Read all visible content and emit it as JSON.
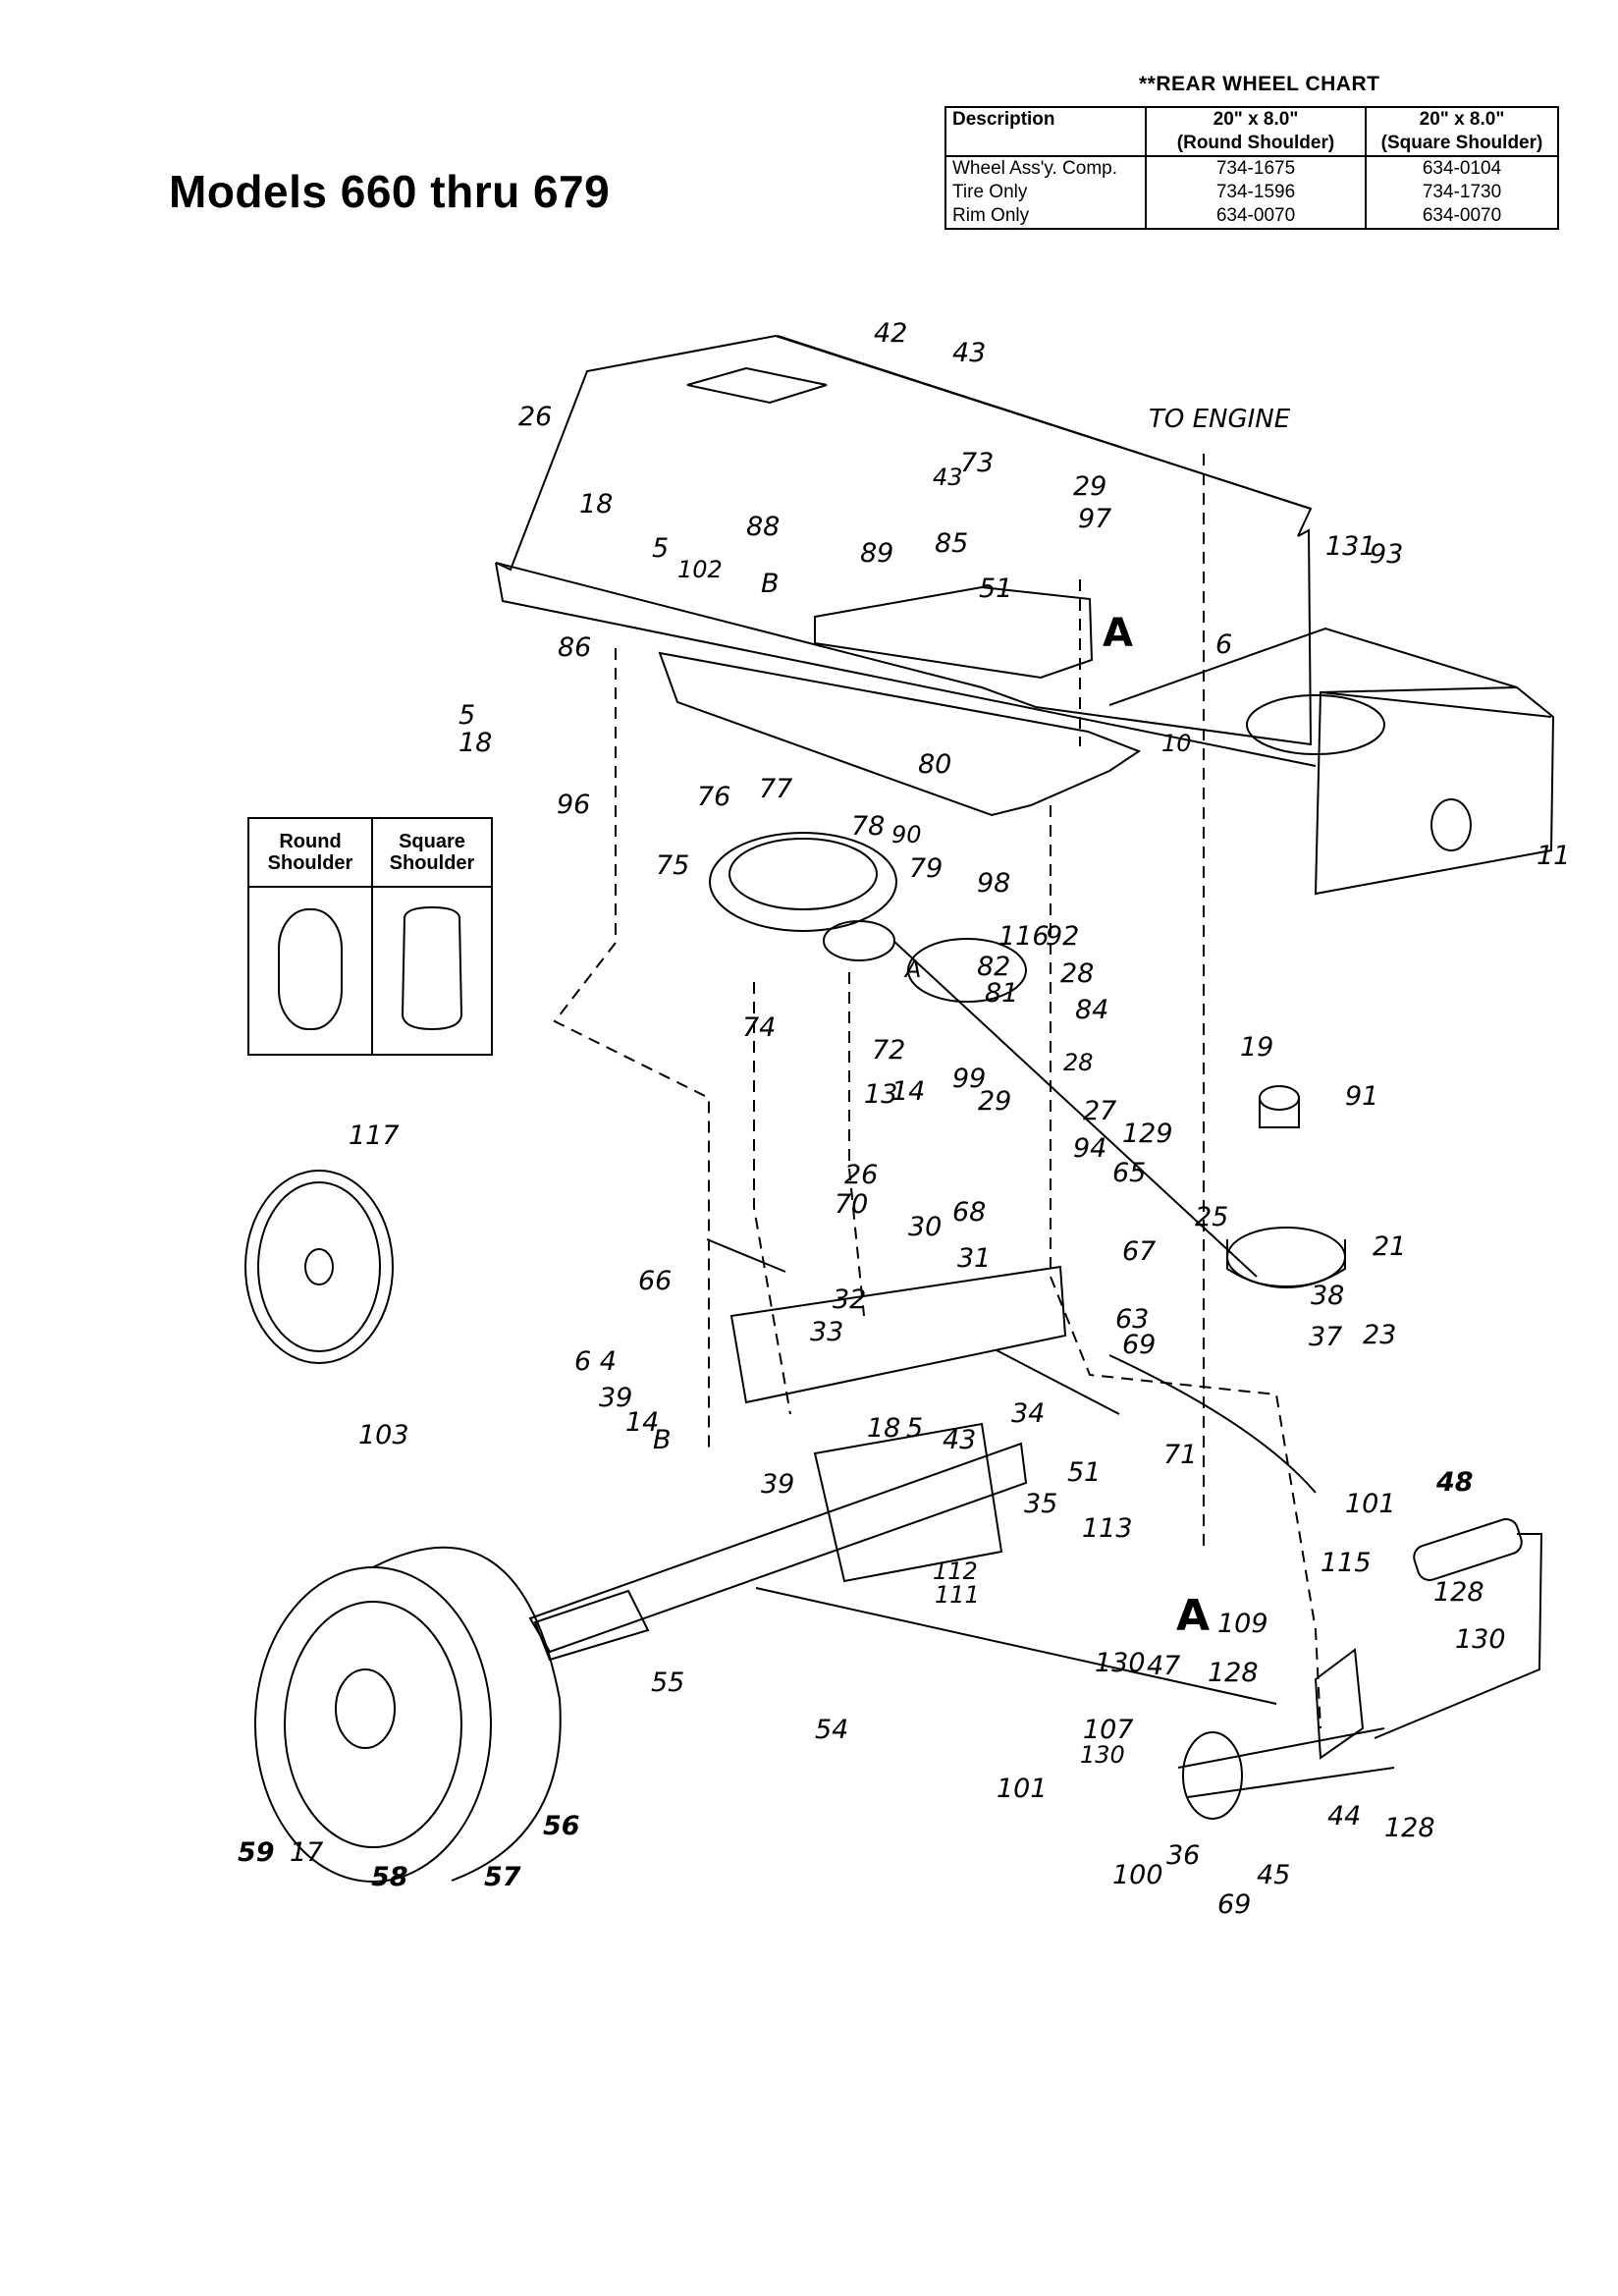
{
  "title": "Models 660 thru 679",
  "rear_wheel_chart": {
    "title": "**REAR WHEEL CHART",
    "headers": {
      "description": "Description",
      "col1_size": "20\" x 8.0\"",
      "col1_type": "(Round Shoulder)",
      "col2_size": "20\" x 8.0\"",
      "col2_type": "(Square Shoulder)"
    },
    "rows": [
      {
        "description": "Wheel Ass'y. Comp.",
        "round": "734-1675",
        "square": "634-0104"
      },
      {
        "description": "Tire Only",
        "round": "734-1596",
        "square": "734-1730"
      },
      {
        "description": "Rim Only",
        "round": "634-0070",
        "square": "634-0070"
      }
    ]
  },
  "shoulder_legend": {
    "round_line1": "Round",
    "round_line2": "Shoulder",
    "square_line1": "Square",
    "square_line2": "Shoulder"
  },
  "callouts": {
    "to_engine": "TO ENGINE",
    "c42": "42",
    "c43a": "43",
    "c26a": "26",
    "c18a": "18",
    "c5a": "5",
    "c102": "102",
    "cBa": "B",
    "c88": "88",
    "c89": "89",
    "c85": "85",
    "c73": "73",
    "c43b": "43",
    "c29a": "29",
    "c97": "97",
    "c51a": "51",
    "c131": "131",
    "c93": "93",
    "cAa": "A",
    "c6": "6",
    "c10": "10",
    "c11": "11",
    "c86": "86",
    "c5b": "5",
    "c18b": "18",
    "c96": "96",
    "c76": "76",
    "c77": "77",
    "c80": "80",
    "c78": "78",
    "c90": "90",
    "c75": "75",
    "c79": "79",
    "c98": "98",
    "c116": "116",
    "c92": "92",
    "c74": "74",
    "cA2": "A",
    "c28a": "28",
    "c81": "81",
    "c82": "82",
    "c84": "84",
    "c72": "72",
    "c19": "19",
    "c91": "91",
    "c28b": "28",
    "c99": "99",
    "c13": "13",
    "c14a": "14",
    "c29b": "29",
    "c27": "27",
    "c129": "129",
    "c94": "94",
    "c65": "65",
    "c25": "25",
    "c21": "21",
    "c117": "117",
    "c103": "103",
    "c26b": "26",
    "c70": "70",
    "c30": "30",
    "c68": "68",
    "c67": "67",
    "c66": "66",
    "c31": "31",
    "c32": "32",
    "c38": "38",
    "c37": "37",
    "c23": "23",
    "c33": "33",
    "c63": "63",
    "c69a": "69",
    "c64": "6 4",
    "c39a": "39",
    "c14b": "14",
    "cBb": "B",
    "c18c": "18",
    "c5c": "5",
    "c43c": "43",
    "c34": "34",
    "c71": "71",
    "c39b": "39",
    "c51b": "51",
    "c35": "35",
    "c113": "113",
    "c112": "112",
    "c111": "111",
    "c101a": "101",
    "c48": "48",
    "c115": "115",
    "c128a": "128",
    "c130a": "130",
    "cAb": "A",
    "c109": "109",
    "c130b": "130",
    "c47": "47",
    "c128b": "128",
    "c55": "55",
    "c54": "54",
    "c107": "107",
    "c130c": "130",
    "c101b": "101",
    "c44": "44",
    "c128c": "128",
    "c36": "36",
    "c100": "100",
    "c45": "45",
    "c69b": "69",
    "c59": "59",
    "c17": "17",
    "c58": "58",
    "c57": "57",
    "c56": "56"
  }
}
